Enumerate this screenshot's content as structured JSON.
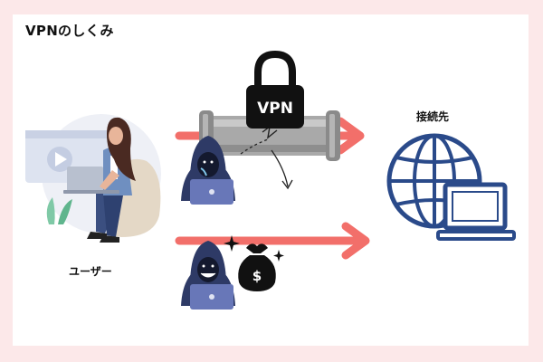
{
  "title": "VPNのしくみ",
  "labels": {
    "user": "ユーザー",
    "destination": "接続先",
    "vpn_lock": "VPN",
    "money_bag": "$"
  },
  "colors": {
    "background": "#fce8e9",
    "card": "#ffffff",
    "arrow": "#f26f6a",
    "tunnel": "#a9a9a9",
    "hacker": "#2e3a66",
    "globe": "#2a4a8a",
    "lock": "#111111"
  },
  "icons": {
    "user": "woman-with-laptop-illustration",
    "hacker": "hooded-hacker-icon",
    "tunnel": "vpn-pipe-icon",
    "lock": "padlock-icon",
    "money": "money-bag-icon",
    "destination": "globe-computer-icon"
  }
}
